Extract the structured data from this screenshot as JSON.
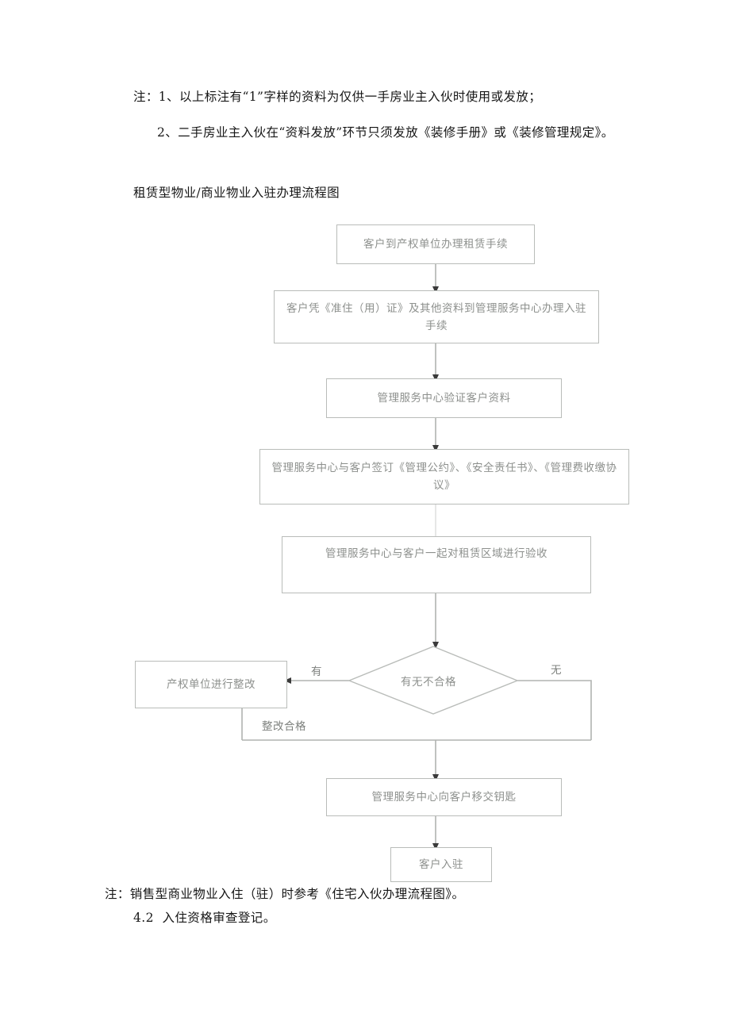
{
  "document": {
    "notes_top": [
      "注：1、以上标注有“1”字样的资料为仅供一手房业主入伙时使用或发放；",
      "2、二手房业主入伙在“资料发放”环节只须发放《装修手册》或《装修管理规定》。"
    ],
    "chart_title": "租赁型物业/商业物业入驻办理流程图",
    "notes_bottom": [
      "注：销售型商业物业入住（驻）时参考《住宅入伙办理流程图》。",
      "4.2  入住资格审查登记。"
    ]
  },
  "flowchart": {
    "type": "flowchart",
    "title": "租赁型物业/商业物业入驻办理流程图",
    "nodes": [
      {
        "id": "n1",
        "shape": "rect",
        "text": "客户到产权单位办理租赁手续"
      },
      {
        "id": "n2",
        "shape": "rect",
        "text": "客户凭《准住（用）证》及其他资料到管理服务中心办理入驻手续"
      },
      {
        "id": "n3",
        "shape": "rect",
        "text": "管理服务中心验证客户资料"
      },
      {
        "id": "n4",
        "shape": "rect",
        "text": "管理服务中心与客户签订《管理公约》、《安全责任书》、《管理费收缴协议》"
      },
      {
        "id": "n5",
        "shape": "rect",
        "text": "管理服务中心与客户一起对租赁区域进行验收"
      },
      {
        "id": "n6",
        "shape": "diamond",
        "text": "有无不合格"
      },
      {
        "id": "n7",
        "shape": "rect",
        "text": "产权单位进行整改"
      },
      {
        "id": "n8",
        "shape": "rect",
        "text": "管理服务中心向客户移交钥匙"
      },
      {
        "id": "n9",
        "shape": "rect",
        "text": "客户入驻"
      }
    ],
    "edges": [
      {
        "from": "n1",
        "to": "n2",
        "label": ""
      },
      {
        "from": "n2",
        "to": "n3",
        "label": ""
      },
      {
        "from": "n3",
        "to": "n4",
        "label": ""
      },
      {
        "from": "n4",
        "to": "n5",
        "label": ""
      },
      {
        "from": "n5",
        "to": "n6",
        "label": ""
      },
      {
        "from": "n6",
        "to": "n7",
        "label": "有"
      },
      {
        "from": "n6",
        "to": "n8",
        "label": "无"
      },
      {
        "from": "n7",
        "to": "n8",
        "label": "整改合格"
      },
      {
        "from": "n8",
        "to": "n9",
        "label": ""
      }
    ],
    "edge_labels": {
      "yes": "有",
      "no": "无",
      "rework_ok": "整改合格"
    },
    "colors": {
      "node_border": "#b9bcb9",
      "node_text": "#8d908d",
      "connector": "#b0b3b0",
      "page_text": "#161616"
    }
  }
}
